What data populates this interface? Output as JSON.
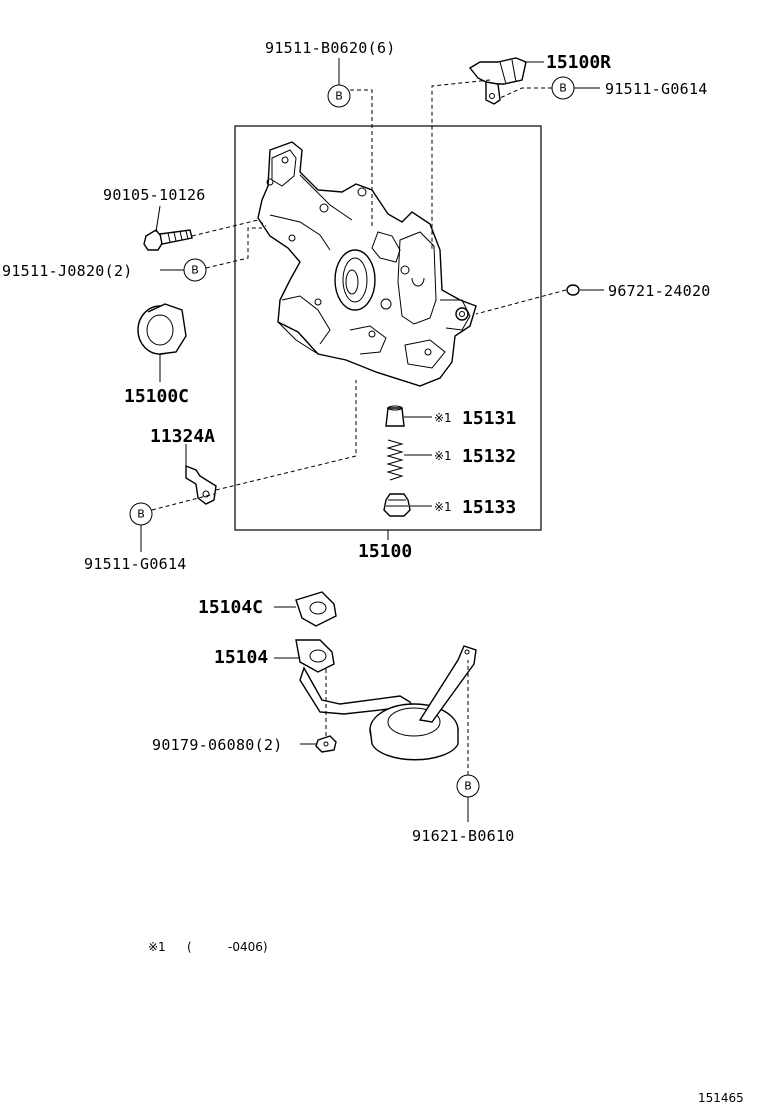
{
  "callout_letter": "B",
  "labels": {
    "p91511_B0620": "91511-B0620(6)",
    "p15100R": "15100R",
    "p91511_G0614_top": "91511-G0614",
    "p90105_10126": "90105-10126",
    "p91511_J0820": "91511-J0820(2)",
    "p96721_24020": "96721-24020",
    "p15100C": "15100C",
    "p11324A": "11324A",
    "p15131": "15131",
    "p15132": "15132",
    "p15133": "15133",
    "p91511_G0614_left": "91511-G0614",
    "p15100": "15100",
    "p15104C": "15104C",
    "p15104": "15104",
    "p90179_06080": "90179-06080(2)",
    "p91621_B0610": "91621-B0610"
  },
  "markers": {
    "m15131": "※1",
    "m15132": "※1",
    "m15133": "※1"
  },
  "footnote": {
    "marker": "※1",
    "open_paren": "(",
    "code": "-0406)"
  },
  "figure_number": "151465"
}
